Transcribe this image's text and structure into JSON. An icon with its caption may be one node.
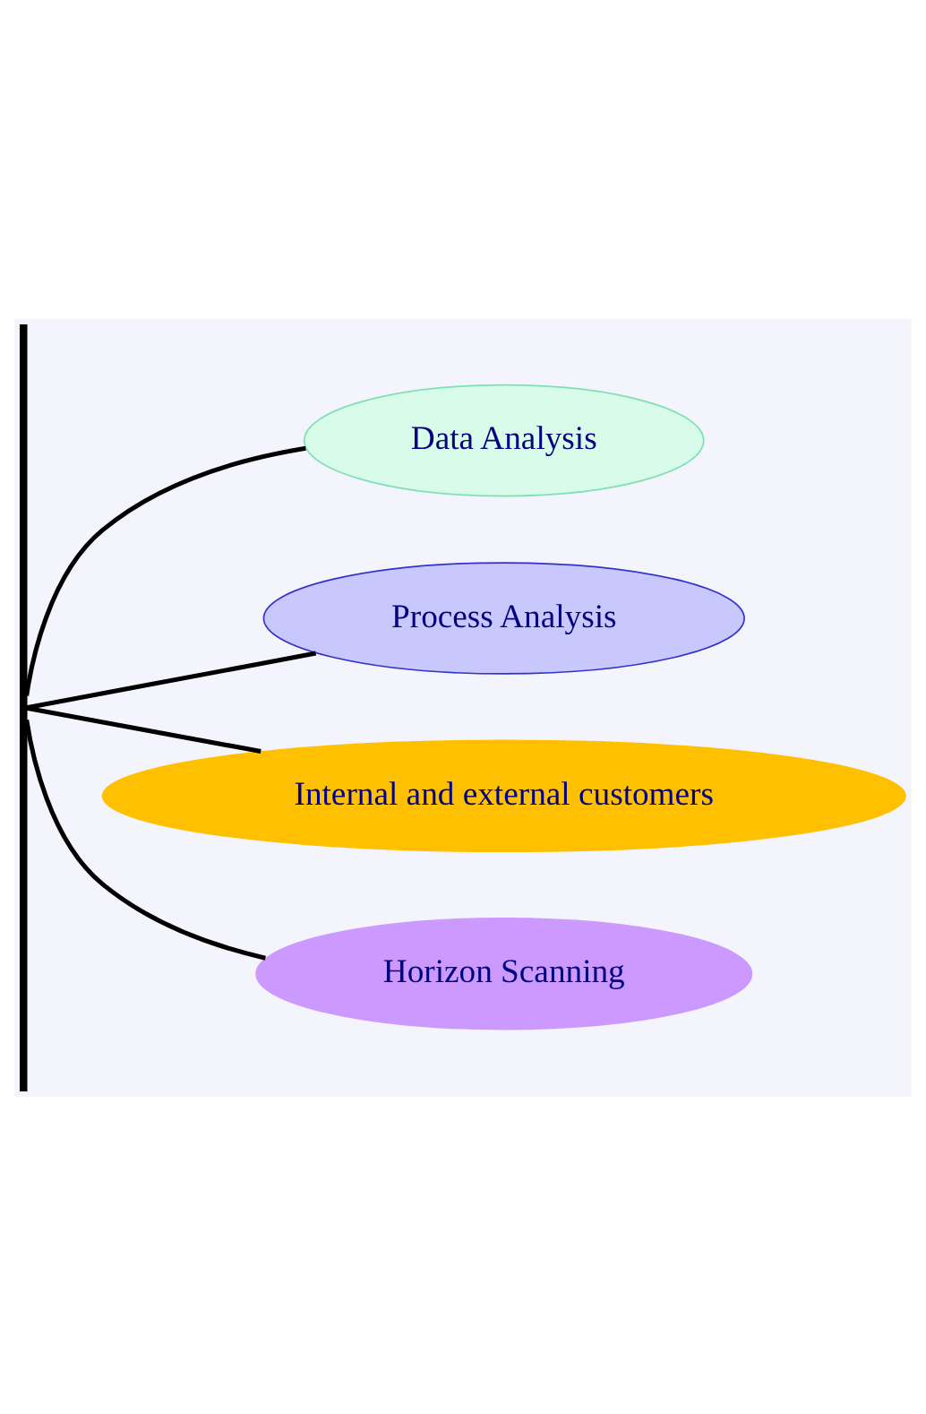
{
  "diagram": {
    "nodes": [
      {
        "text": [],
        "shape": "bar"
      },
      {
        "text": [
          "Data Analysis"
        ]
      },
      {
        "text": [
          "Process Analysis"
        ]
      },
      {
        "text": [
          "Internal and external customers"
        ]
      },
      {
        "text": [
          "Horizon Scanning"
        ]
      }
    ],
    "edges": [
      {
        "from": 0,
        "to": 1,
        "arrow": "none"
      },
      {
        "from": 0,
        "to": 2,
        "arrow": "none"
      },
      {
        "from": 0,
        "to": 3,
        "arrow": "none"
      },
      {
        "from": 0,
        "to": 4,
        "arrow": "none"
      }
    ]
  }
}
